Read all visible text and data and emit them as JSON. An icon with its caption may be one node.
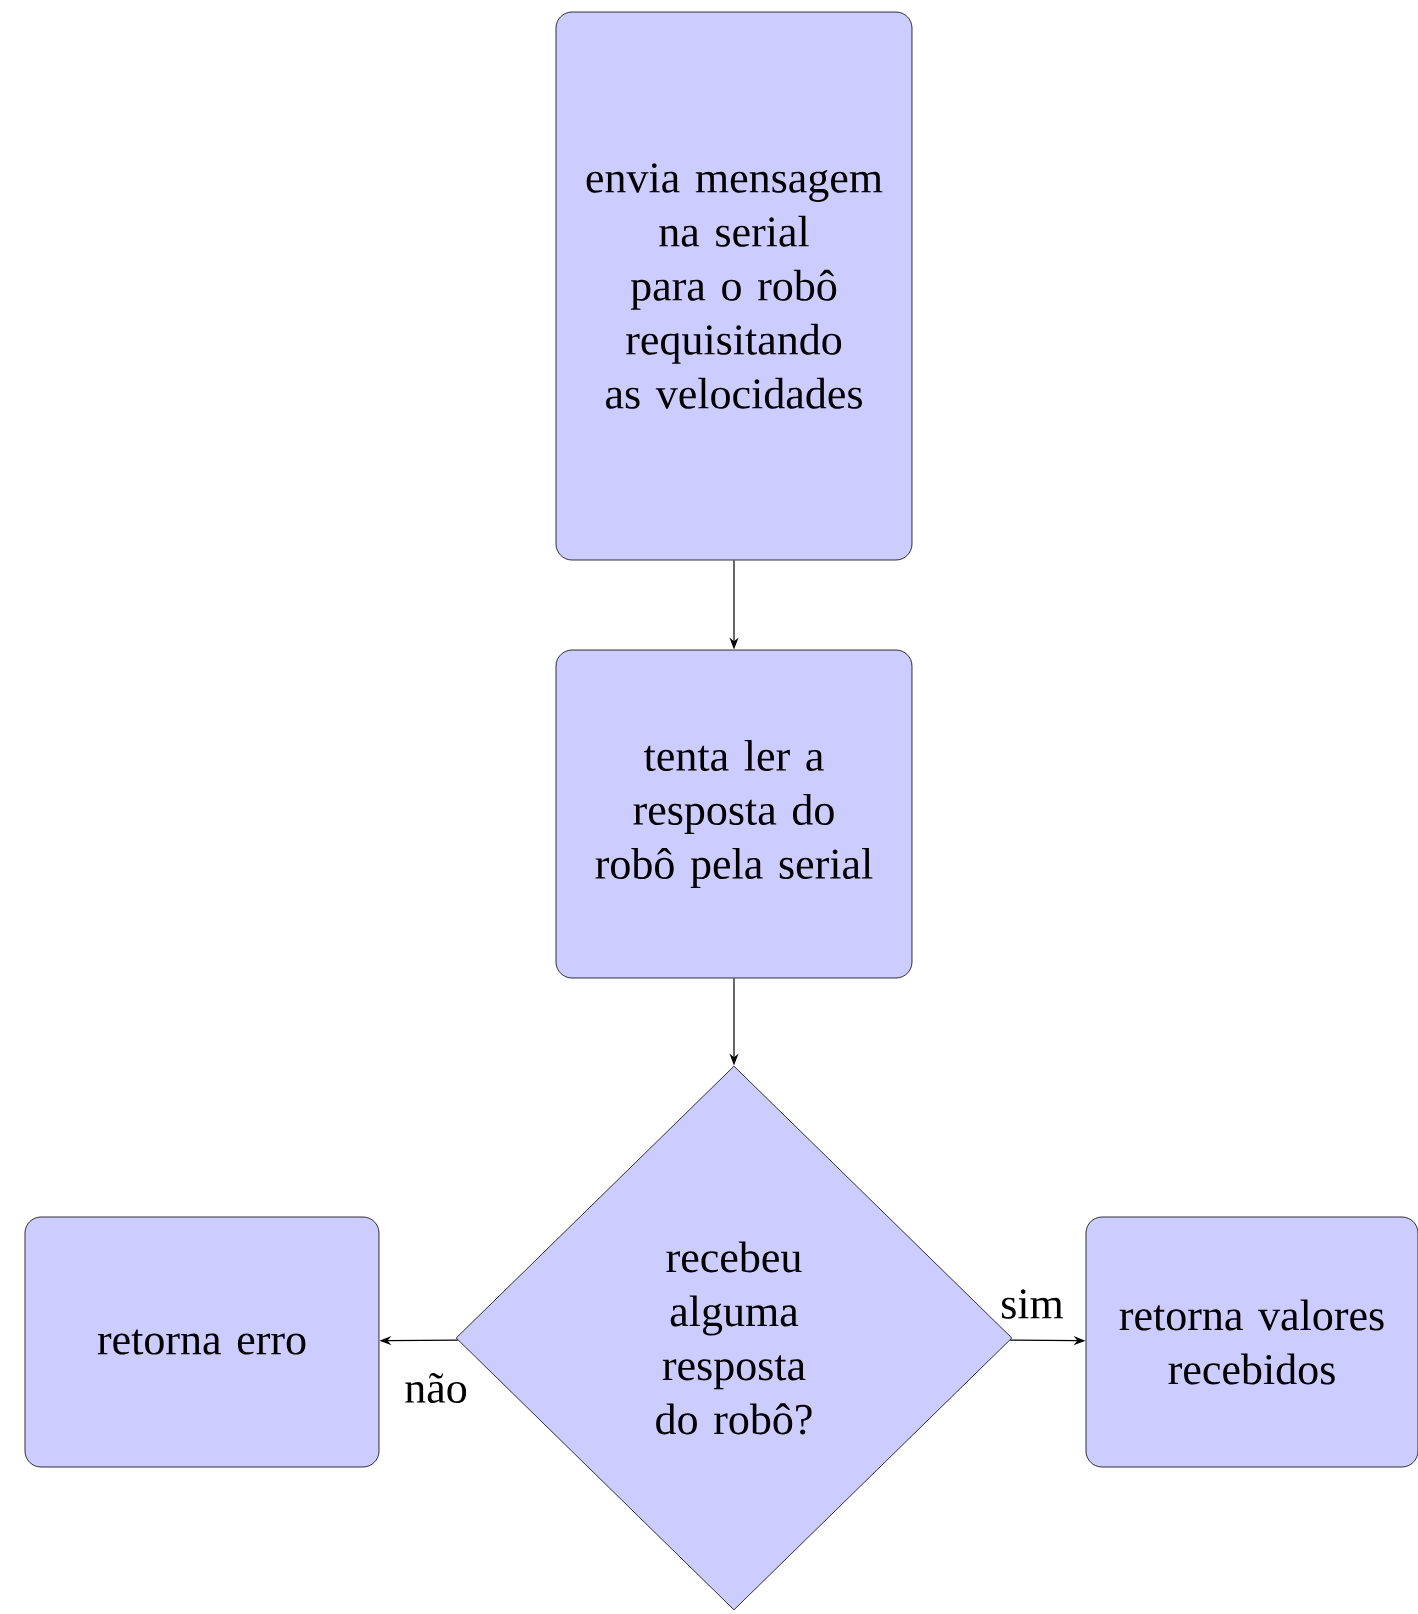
{
  "diagram": {
    "nodes": [
      {
        "text": [
          "envia mensagem na serial para o robô requisitando as velocidades"
        ]
      },
      {
        "text": [
          "tenta ler a resposta do robô pela serial"
        ]
      },
      {
        "text": [
          "retorna erro"
        ]
      },
      {
        "text": [
          "recebeu alguma resposta do robô?"
        ]
      },
      {
        "text": [
          "retorna valores recebidos"
        ]
      }
    ],
    "edges": [
      {
        "from": 0,
        "to": 1,
        "arrow": "to"
      },
      {
        "from": 1,
        "to": 3,
        "arrow": "to"
      },
      {
        "from": 3,
        "to": 2,
        "arrow": "to",
        "label": "não"
      },
      {
        "from": 3,
        "to": 4,
        "arrow": "to",
        "label": "sim"
      }
    ]
  }
}
